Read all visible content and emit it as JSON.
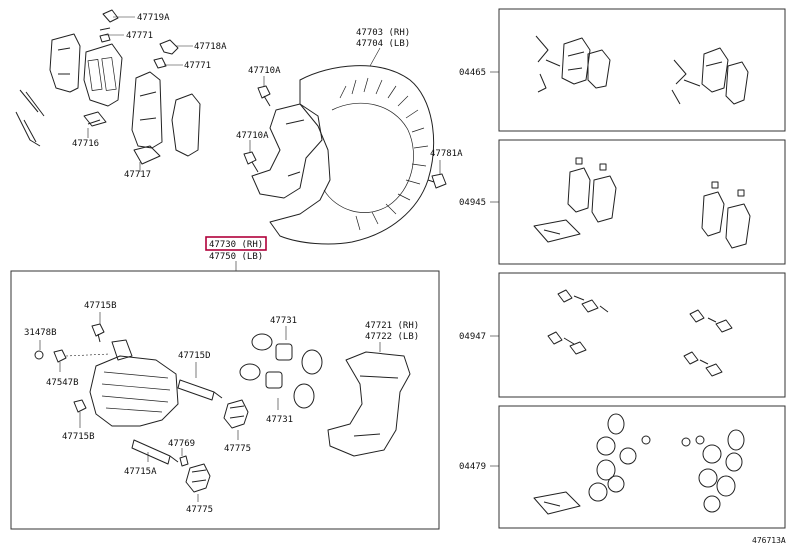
{
  "callouts": {
    "c47719A": "47719A",
    "c47771a": "47771",
    "c47718A": "47718A",
    "c47771b": "47771",
    "c47716": "47716",
    "c47717": "47717",
    "c47710Aa": "47710A",
    "c47710Ab": "47710A",
    "c47703": "47703 (RH)",
    "c47704": "47704 (LB)",
    "c47781A": "47781A",
    "c47730": "47730 (RH)",
    "c47750": "47750 (LB)",
    "c47715Ba": "47715B",
    "c31478B": "31478B",
    "c47547B": "47547B",
    "c47715Bb": "47715B",
    "c47715D": "47715D",
    "c47731a": "47731",
    "c47731b": "47731",
    "c47721": "47721 (RH)",
    "c47722": "47722 (LB)",
    "c47775a": "47775",
    "c47769": "47769",
    "c47715A": "47715A",
    "c47775b": "47775",
    "k04465": "04465",
    "k04945": "04945",
    "k04947": "04947",
    "k04479": "04479",
    "drawing_no": "476713A"
  },
  "highlight": "47730 (RH)"
}
